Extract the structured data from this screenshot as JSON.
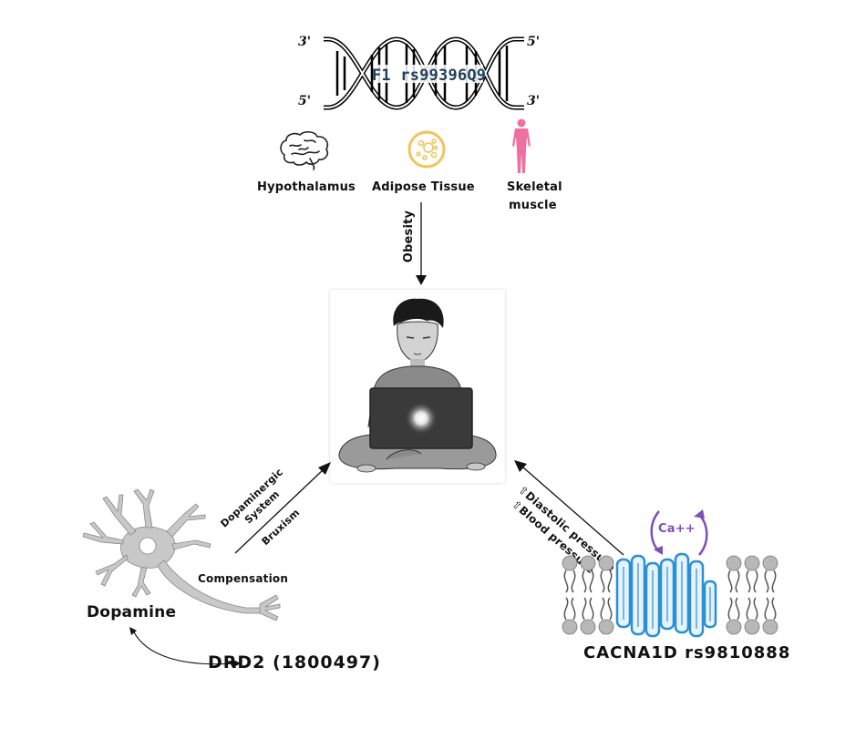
{
  "dna": {
    "gene_label": "F1 rs99396Q9",
    "strand_top_left": "3'",
    "strand_top_right": "5'",
    "strand_bottom_left": "5'",
    "strand_bottom_right": "3'",
    "label_color": "#1f3f5a"
  },
  "tissues": [
    {
      "label": "Hypothalamus",
      "icon": "brain-icon"
    },
    {
      "label": "Adipose Tissue",
      "icon": "adipose-cell-icon",
      "color": "#f0c45a"
    },
    {
      "label_line1": "Skeletal",
      "label_line2": "muscle",
      "icon": "human-body-icon",
      "color": "#ef6fa0"
    }
  ],
  "arrows": {
    "obesity": "Obesity",
    "dopaminergic_line1": "Dopaminergic",
    "dopaminergic_line2": "System",
    "bruxism": "Bruxism",
    "compensation": "Compensation",
    "diastolic": "Diastolic pressure",
    "blood_pressure": "Blood pressure"
  },
  "center": {
    "subject": "boy-with-laptop"
  },
  "neuron": {
    "label": "Dopamine",
    "receptor": "DRD2 (1800497)"
  },
  "channel": {
    "ion": "Ca++",
    "label": "CACNA1D rs9810888",
    "channel_color": "#2a8fd4",
    "ion_color": "#7c4fb5"
  }
}
